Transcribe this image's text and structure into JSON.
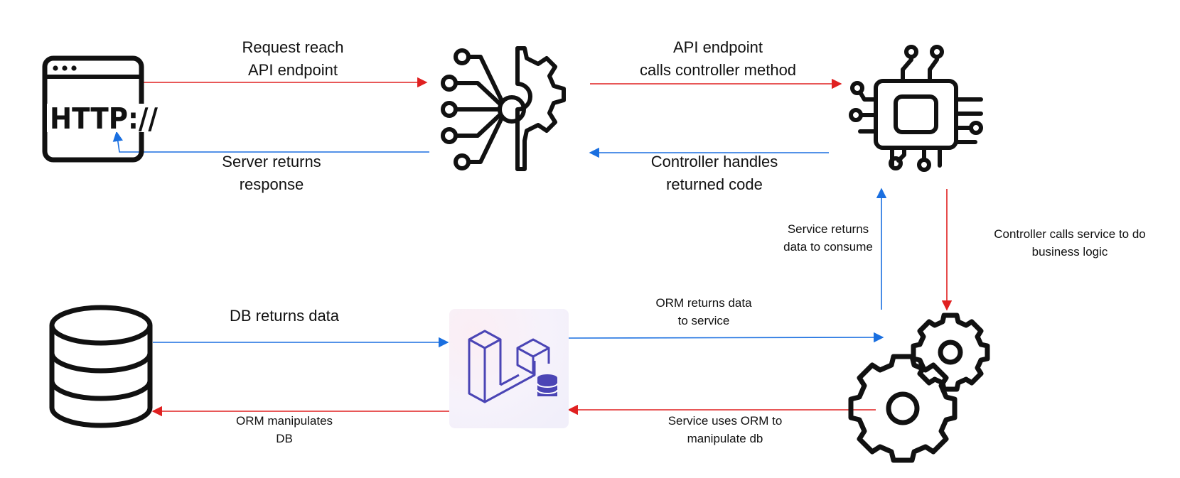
{
  "colors": {
    "request": "#e02020",
    "response": "#1a6fe0",
    "laravel": "#4b45b5"
  },
  "icons": {
    "browser": "http-browser-icon",
    "api": "api-gear-icon",
    "controller": "cpu-chip-icon",
    "service": "gears-icon",
    "orm": "laravel-orm-icon",
    "database": "database-icon"
  },
  "browser_text": "HTTP://",
  "labels": {
    "request_reach": {
      "line1": "Request reach",
      "line2": "API endpoint"
    },
    "server_returns": {
      "line1": "Server returns",
      "line2": "response"
    },
    "api_calls": {
      "line1": "API endpoint",
      "line2": "calls controller method"
    },
    "controller_handles": {
      "line1": "Controller handles",
      "line2": "returned code"
    },
    "service_returns": {
      "line1": "Service returns",
      "line2": "data to consume"
    },
    "controller_calls": {
      "line1": "Controller calls service to do",
      "line2": "business logic"
    },
    "db_returns": {
      "line1": "DB returns data"
    },
    "orm_returns": {
      "line1": "ORM returns data",
      "line2": "to service"
    },
    "orm_manipulates": {
      "line1": "ORM manipulates",
      "line2": "DB"
    },
    "service_uses": {
      "line1": "Service uses ORM to",
      "line2": "manipulate db"
    }
  }
}
